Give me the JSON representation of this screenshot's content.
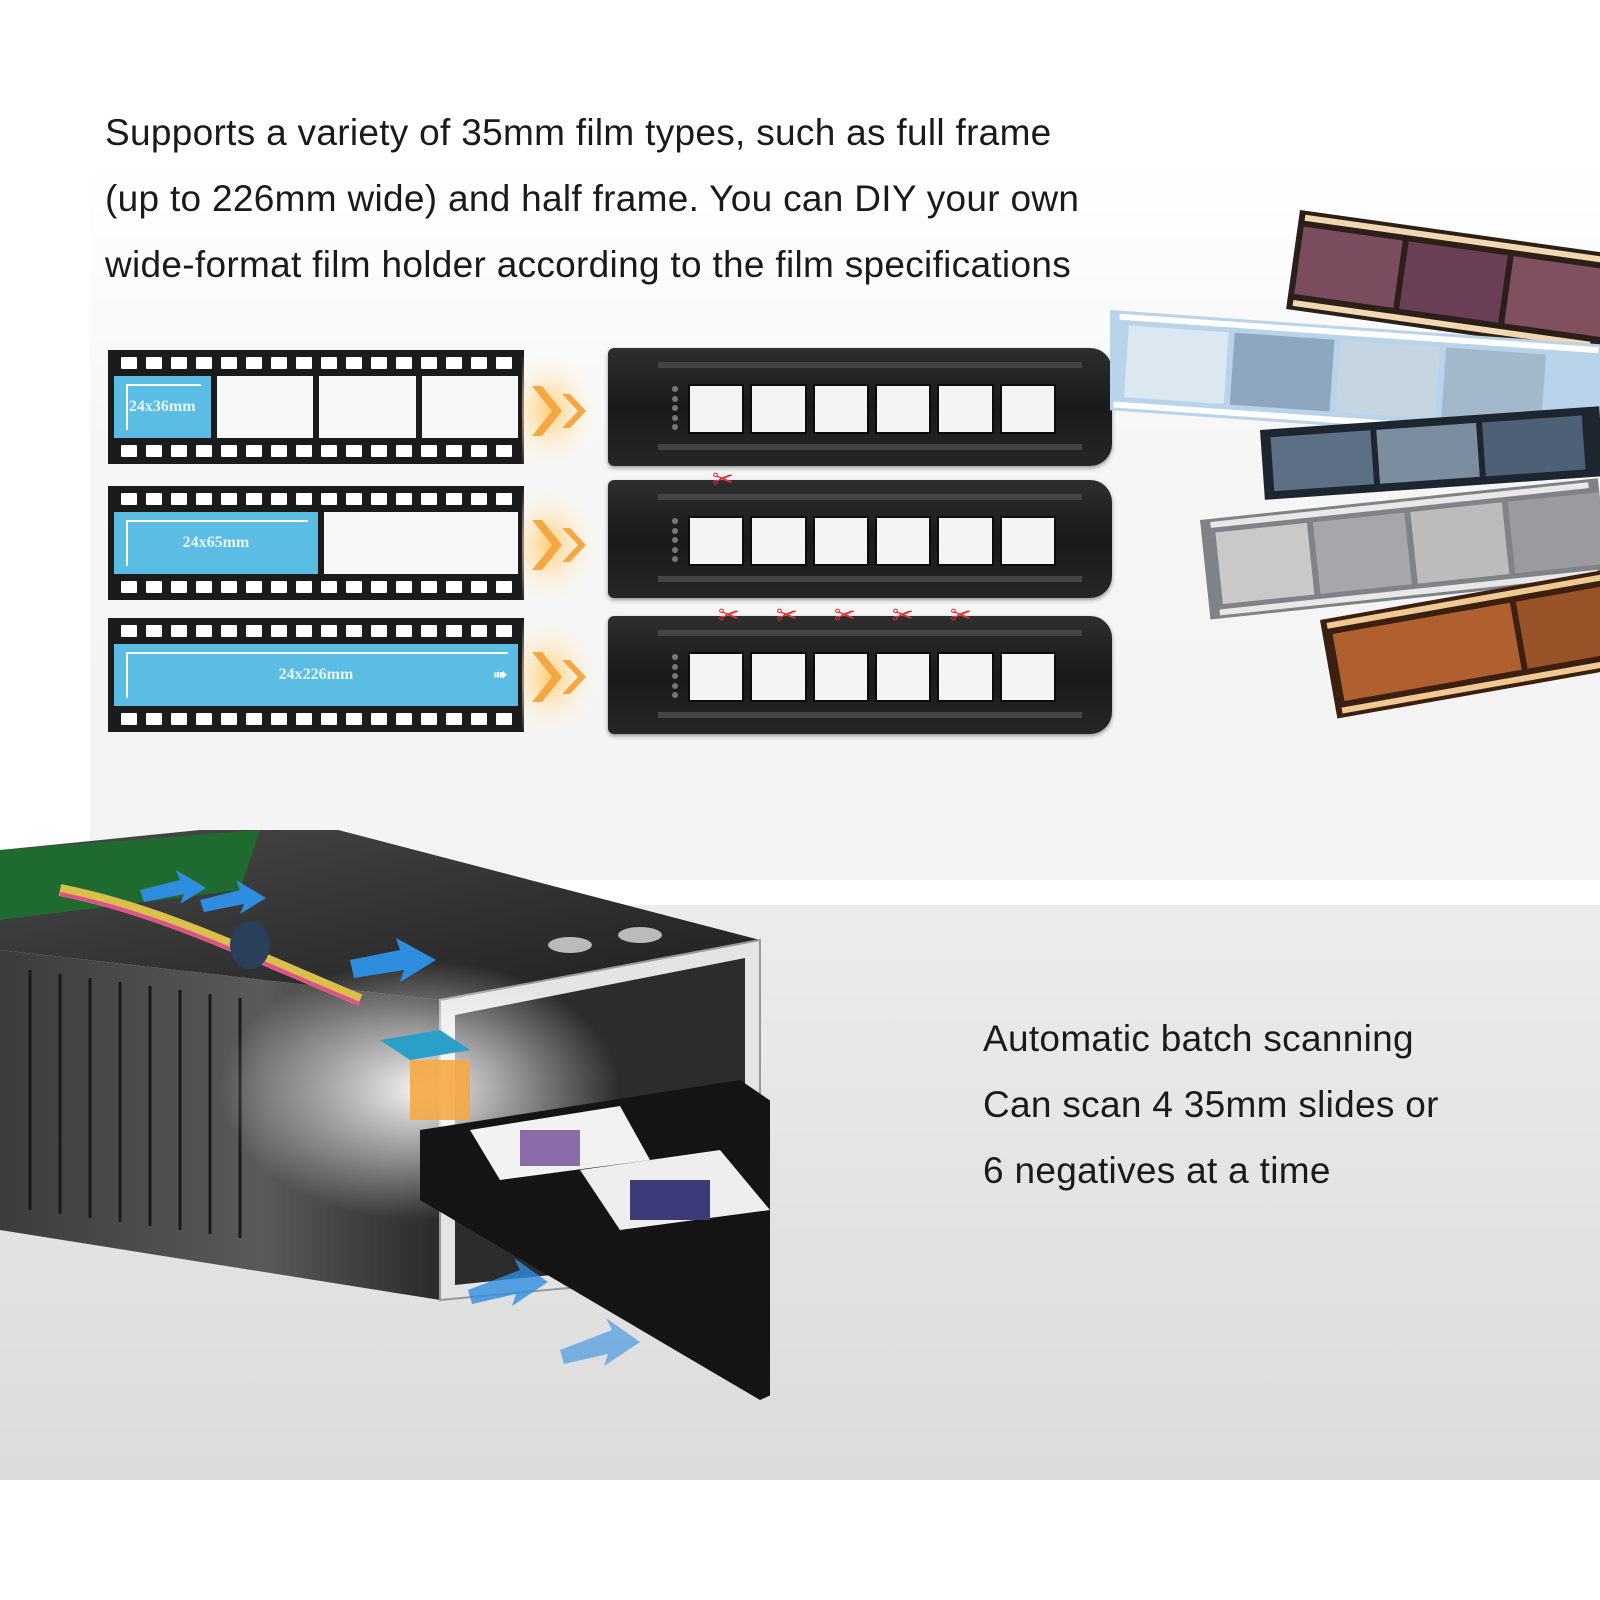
{
  "top_caption": {
    "lines": [
      "Supports a variety of 35mm film types, such as full frame",
      "(up to 226mm wide) and half frame. You can DIY your own",
      "wide-format film holder according to the film specifications"
    ]
  },
  "film_formats": [
    {
      "label": "24x36mm"
    },
    {
      "label": "24x65mm"
    },
    {
      "label": "24x226mm"
    }
  ],
  "bottom_caption": {
    "lines": [
      "Automatic batch scanning",
      "Can scan 4 35mm slides or",
      "6 negatives at a time"
    ]
  },
  "colors": {
    "film_blue": "#5bbde4",
    "glow_orange": "#f5a742",
    "scanner_arrow_blue": "#2f8de0",
    "scissor_red": "#d33333"
  },
  "icons": [
    "scissors-icon",
    "arrow-right-icon",
    "scanner-arrow-icon"
  ]
}
